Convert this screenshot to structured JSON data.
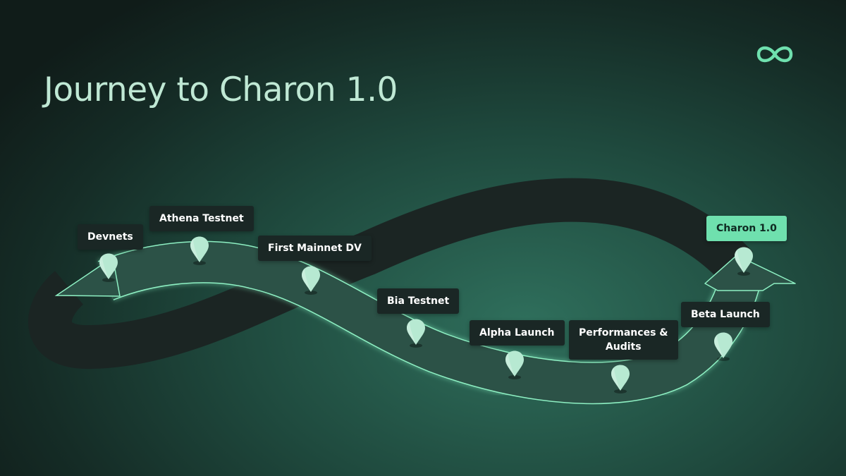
{
  "title": "Journey to Charon 1.0",
  "logo_icon": "infinity-icon",
  "colors": {
    "accent": "#6fe0ae",
    "pin": "#b7e9d2",
    "label_bg": "#1a2725",
    "track_dark": "#1b2523",
    "track_light": "#2c5247"
  },
  "milestones": [
    {
      "label": "Devnets"
    },
    {
      "label": "Athena Testnet"
    },
    {
      "label": "First Mainnet DV"
    },
    {
      "label": "Bia Testnet"
    },
    {
      "label": "Alpha Launch"
    },
    {
      "label": "Performances &",
      "label2": "Audits"
    },
    {
      "label": "Beta Launch"
    },
    {
      "label": "Charon 1.0",
      "current": true
    }
  ]
}
